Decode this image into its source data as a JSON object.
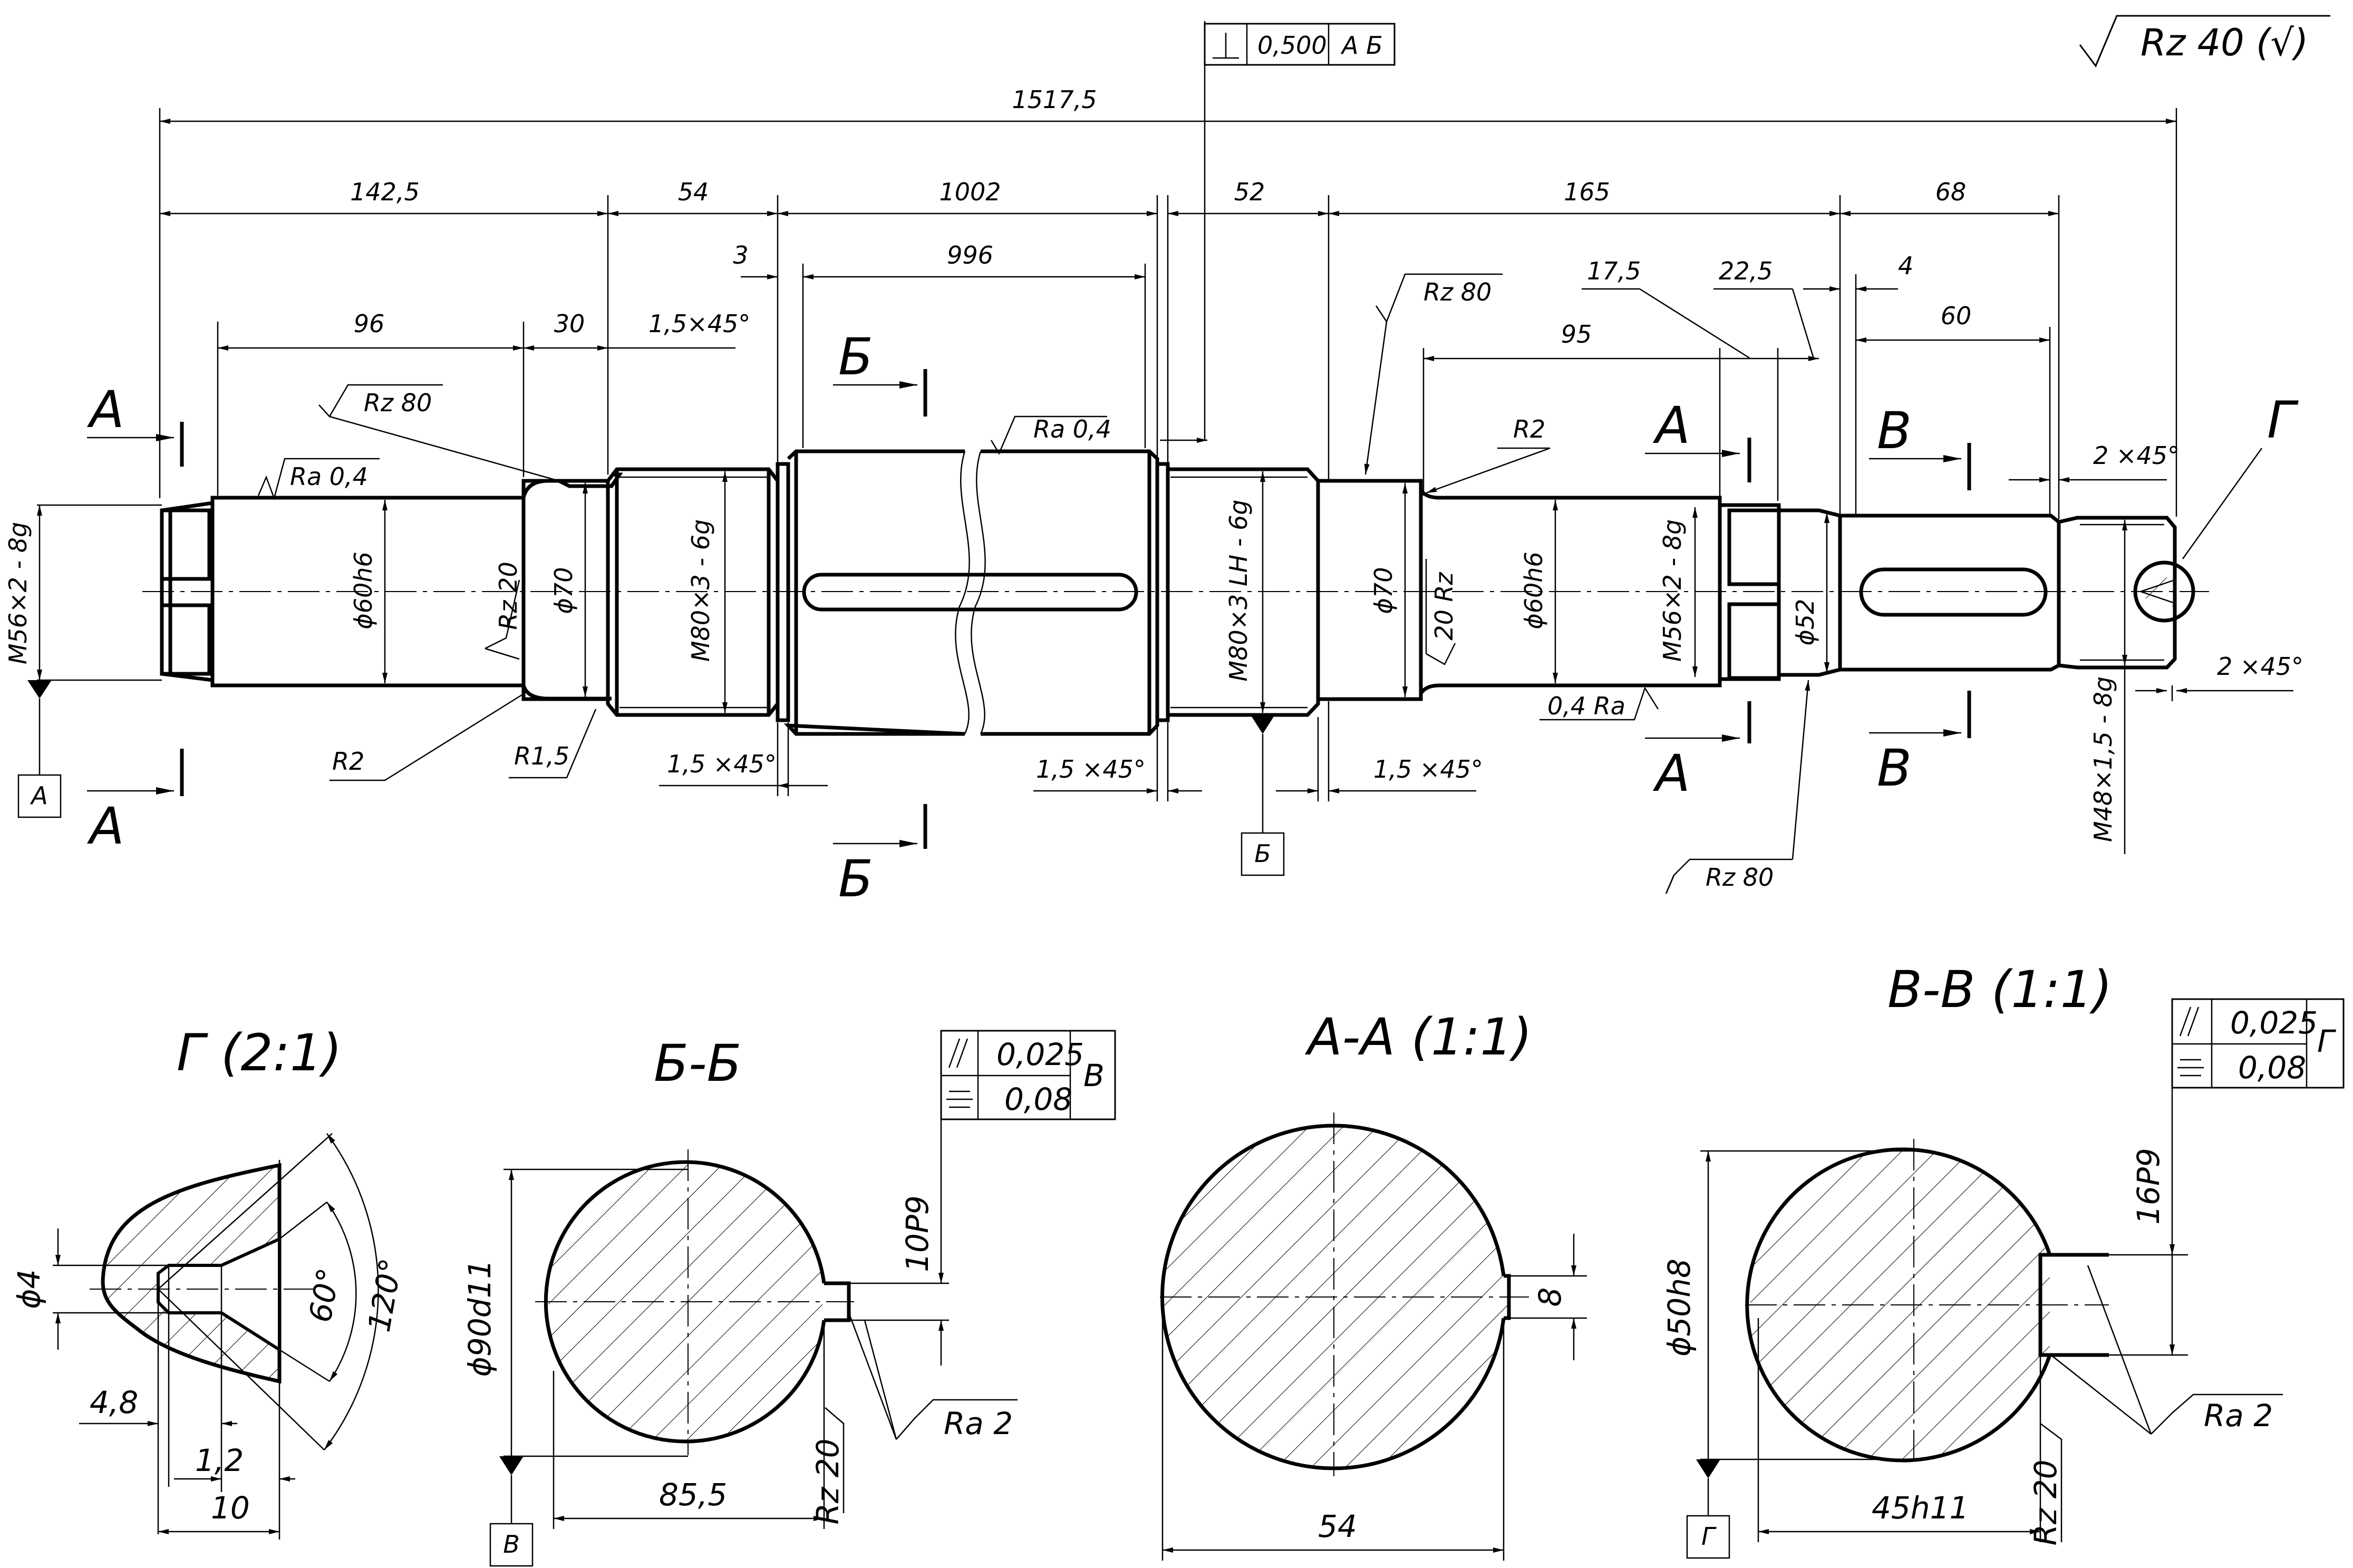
{
  "roughness_general": "Rz 40 (√)",
  "perpendicularity_frame": {
    "value": "0,500",
    "datums": "А Б"
  },
  "overall_dims": {
    "total": "1517,5",
    "d1": "142,5",
    "d2": "54",
    "d3": "1002",
    "d4": "52",
    "d5": "165",
    "d6": "68",
    "d_96": "96",
    "d_30": "30",
    "d_3": "3",
    "d_996": "996",
    "d_17_5": "17,5",
    "d_22_5": "22,5",
    "d_4": "4",
    "d_95": "95",
    "d_60": "60"
  },
  "chamfers": {
    "ch_top_left": "1,5×45°",
    "ch_bot_left": "1,5 ×45°",
    "ch_bot_mid": "1,5 ×45°",
    "ch_bot_right": "1,5 ×45°",
    "ch_right_top": "2 ×45°",
    "ch_right_bot": "2 ×45°"
  },
  "roughness": {
    "ra_04_left": "Ra 0,4",
    "rz_80_top": "Rz 80",
    "ra_04_mid": "Ra 0,4",
    "rz_80_right": "Rz 80",
    "rz_20_left": "Rz 20",
    "rz_20_right": "20 Rz",
    "ra_04_bot": "0,4 Ra",
    "rz_80_bot": "Rz 80"
  },
  "radii": {
    "r2_left": "R2",
    "r1_5": "R1,5",
    "r2_right": "R2"
  },
  "diameters": {
    "thread_left": "M56×2 - 8g",
    "d60_left": "ϕ60h6",
    "d70_left": "ϕ70",
    "thread_80": "M80×3 - 6g",
    "thread_80lh": "M80×3 LH - 6g",
    "d70_right": "ϕ70",
    "d60_right": "ϕ60h6",
    "thread_56_right": "M56×2 - 8g",
    "d52": "ϕ52",
    "thread_48": "M48×1,5 - 8g"
  },
  "section_letters": {
    "A": "А",
    "B": "Б",
    "V": "В",
    "G": "Г"
  },
  "datums": {
    "A": "А",
    "B": "Б",
    "V": "В",
    "G": "Г"
  },
  "detail_G": {
    "title": "Г (2:1)",
    "d4": "ϕ4",
    "ang60": "60°",
    "ang120": "120°",
    "d4_8": "4,8",
    "d1_2": "1,2",
    "d10": "10"
  },
  "section_BB": {
    "title": "Б-Б",
    "dia": "ϕ90d11",
    "width": "85,5",
    "key": "10P9",
    "ra2": "Ra 2",
    "rz20": "Rz 20",
    "tol_frame": {
      "par": "0,025",
      "sym": "0,08",
      "datum": "В"
    }
  },
  "section_AA": {
    "title": "А-А (1:1)",
    "width": "54",
    "depth": "8"
  },
  "section_VV": {
    "title": "В-В (1:1)",
    "dia": "ϕ50h8",
    "width": "45h11",
    "key": "16P9",
    "ra2": "Ra 2",
    "rz20": "Rz 20",
    "tol_frame": {
      "par": "0,025",
      "sym": "0,08",
      "datum": "Г"
    }
  }
}
